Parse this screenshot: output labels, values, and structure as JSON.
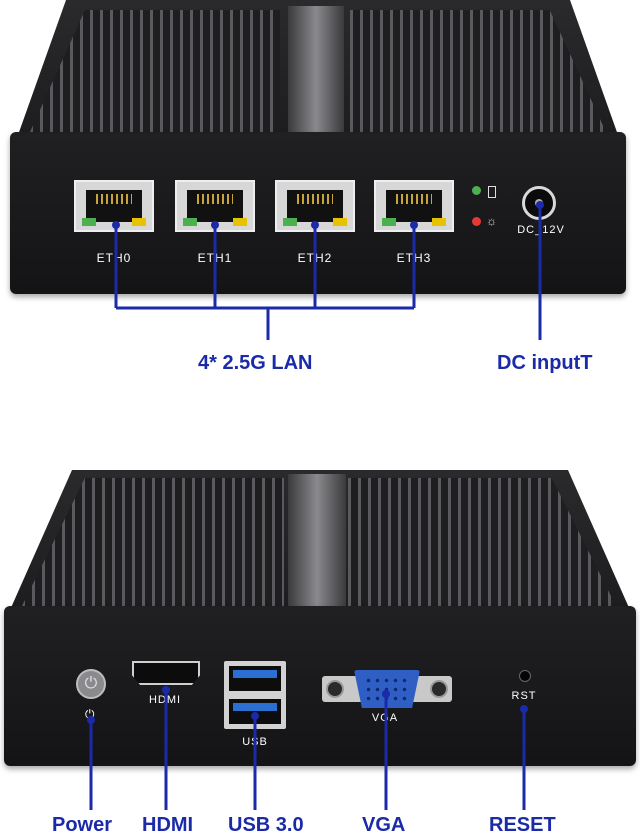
{
  "top_view": {
    "ports": [
      {
        "label": "ETH0"
      },
      {
        "label": "ETH1"
      },
      {
        "label": "ETH2"
      },
      {
        "label": "ETH3"
      }
    ],
    "dc_label": "DC_12V",
    "callouts": {
      "lan": "4* 2.5G LAN",
      "dc": "DC inputT"
    }
  },
  "bottom_view": {
    "port_labels": {
      "hdmi": "HDMI",
      "usb": "USB",
      "vga": "VGA",
      "rst": "RST"
    },
    "callouts": {
      "power": "Power",
      "hdmi": "HDMI",
      "usb": "USB 3.0",
      "vga": "VGA",
      "reset": "RESET"
    }
  },
  "colors": {
    "callout_blue": "#1a2aa8",
    "chassis": "#1d1d1f",
    "led_green": "#4caf50",
    "led_yellow": "#e6c200",
    "led_red": "#e53935",
    "usb_blue": "#2a6fd1",
    "vga_blue": "#2f5fc4"
  }
}
